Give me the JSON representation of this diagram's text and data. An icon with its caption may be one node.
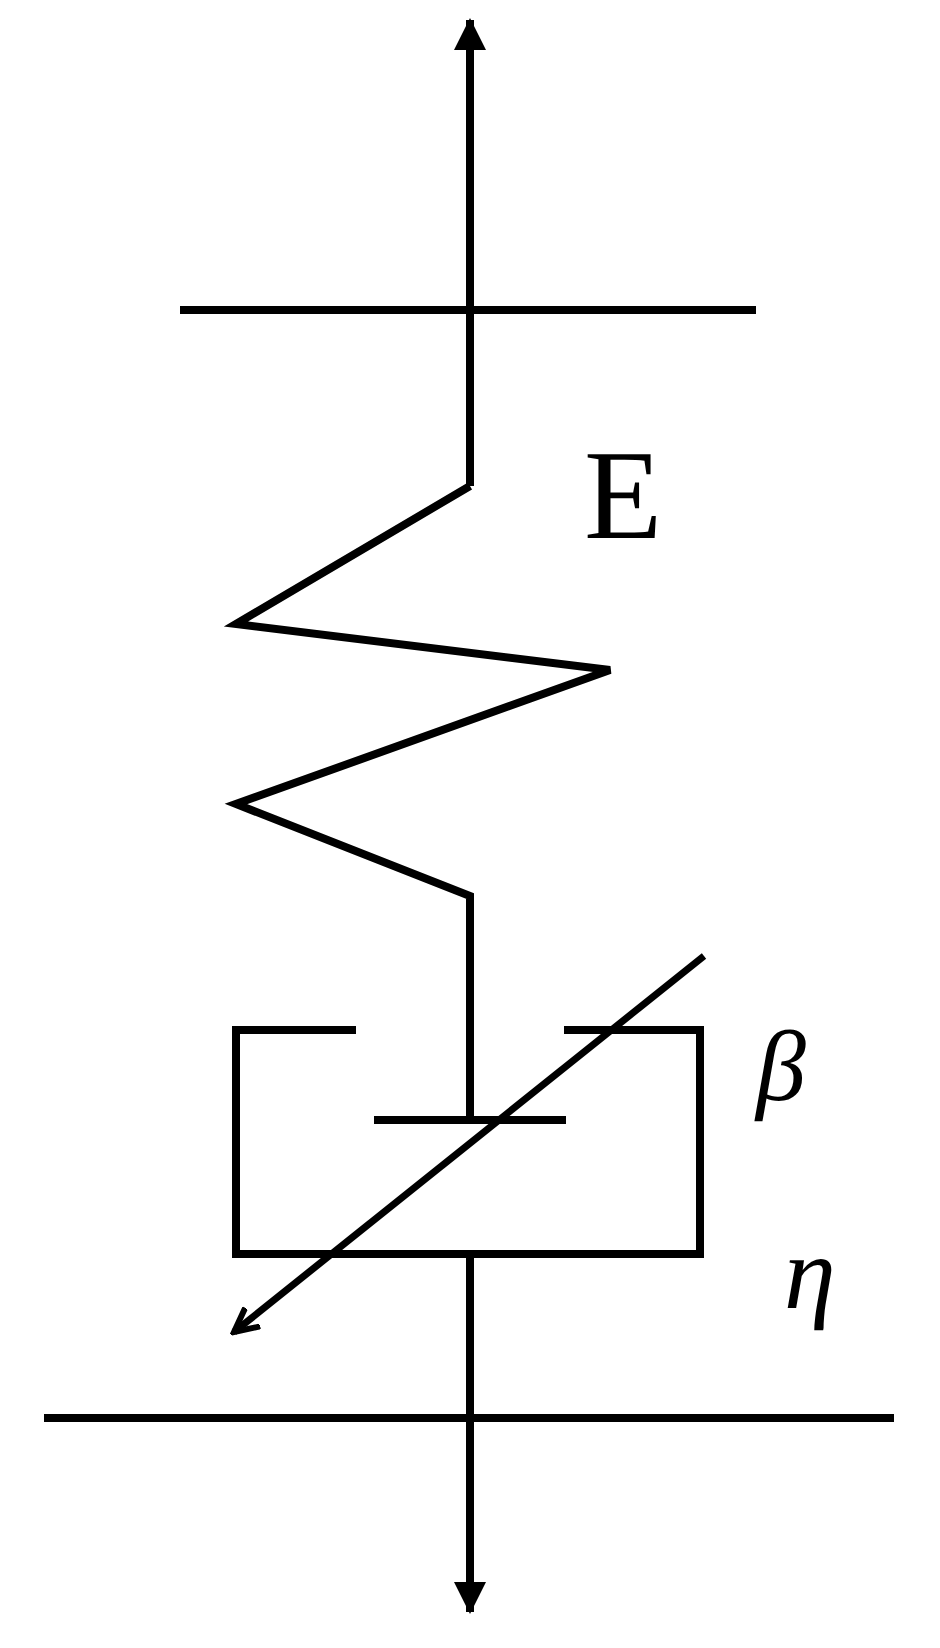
{
  "diagram": {
    "labels": [
      "E",
      "β",
      "η"
    ]
  }
}
